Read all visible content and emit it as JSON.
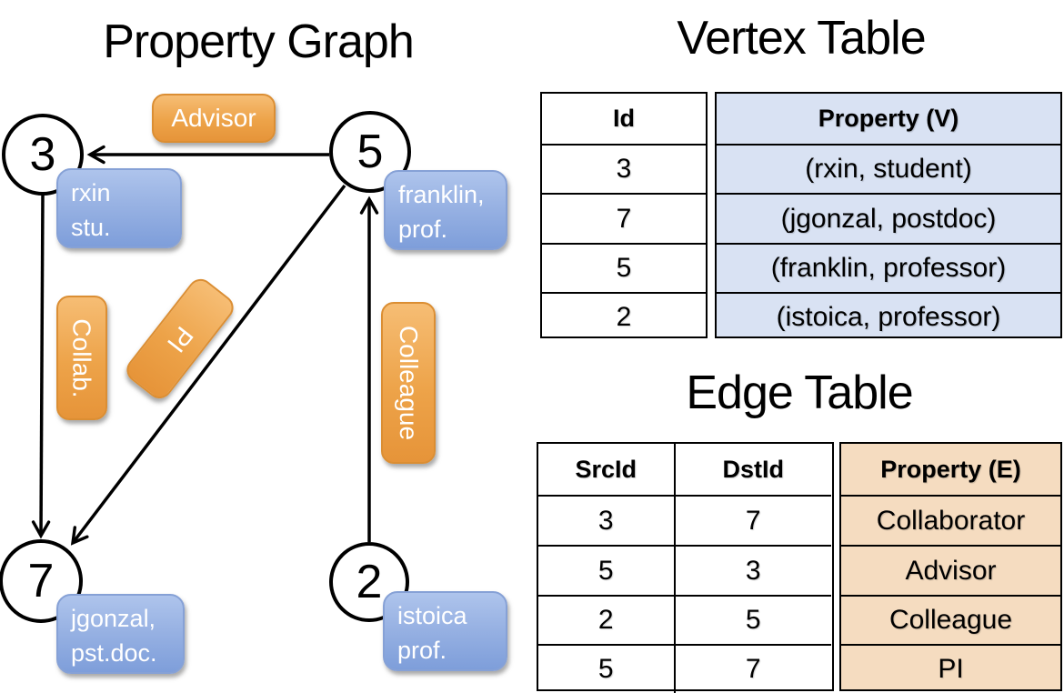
{
  "diagram": {
    "title": "Property Graph",
    "nodes": {
      "n3": "3",
      "n5": "5",
      "n7": "7",
      "n2": "2"
    },
    "vertex_labels": {
      "v3": "rxin\nstu.",
      "v5": "franklin,\nprof.",
      "v7": "jgonzal,\npst.doc.",
      "v2": "istoica\nprof."
    },
    "edge_labels": {
      "advisor": "Advisor",
      "collab": "Collab.",
      "pi": "PI",
      "colleague": "Colleague"
    }
  },
  "vertex_table": {
    "title": "Vertex Table",
    "id_header": "Id",
    "property_header": "Property (V)",
    "rows": [
      {
        "id": "3",
        "property": "(rxin, student)"
      },
      {
        "id": "7",
        "property": "(jgonzal, postdoc)"
      },
      {
        "id": "5",
        "property": "(franklin, professor)"
      },
      {
        "id": "2",
        "property": "(istoica, professor)"
      }
    ]
  },
  "edge_table": {
    "title": "Edge Table",
    "src_header": "SrcId",
    "dst_header": "DstId",
    "property_header": "Property (E)",
    "rows": [
      {
        "src": "3",
        "dst": "7",
        "property": "Collaborator"
      },
      {
        "src": "5",
        "dst": "3",
        "property": "Advisor"
      },
      {
        "src": "2",
        "dst": "5",
        "property": "Colleague"
      },
      {
        "src": "5",
        "dst": "7",
        "property": "PI"
      }
    ]
  },
  "colors": {
    "vertex_property_fill": "#d9e2f3",
    "edge_property_fill": "#f5dcc0",
    "vertex_box": "#8faade",
    "edge_box": "#eda449",
    "line": "#000000"
  }
}
